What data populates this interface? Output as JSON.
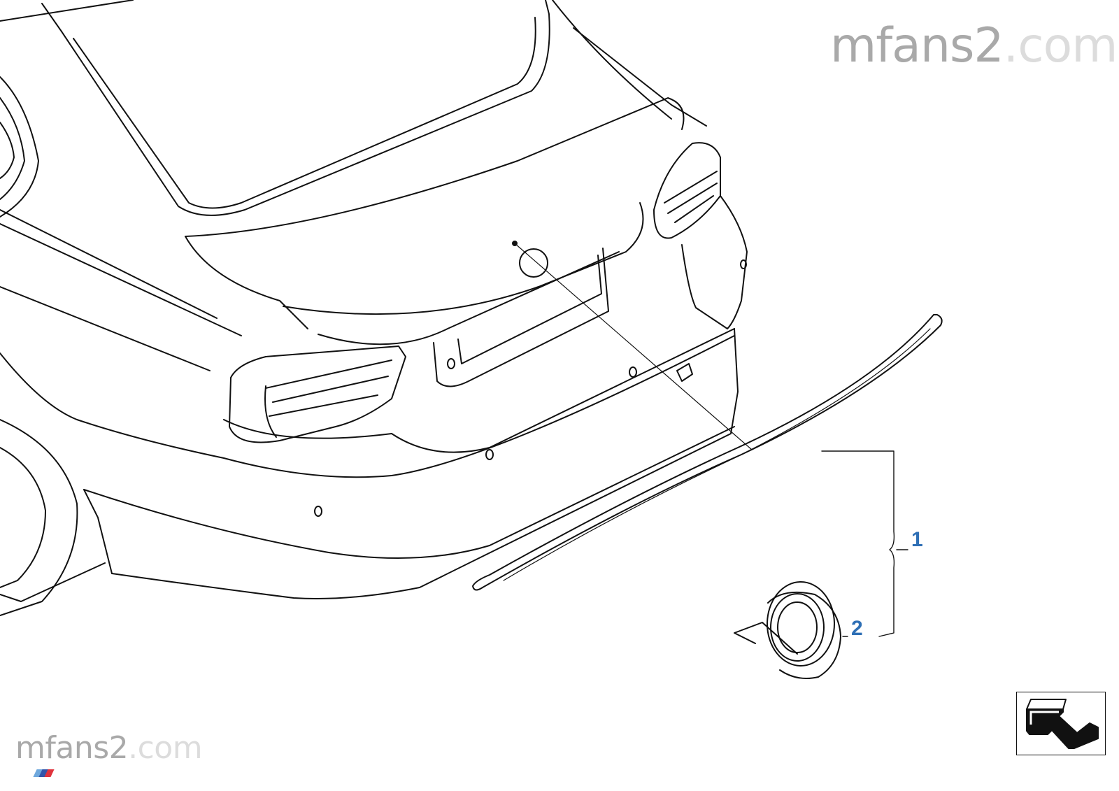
{
  "watermark": {
    "brand": "mfans2",
    "domain": ".com"
  },
  "callouts": [
    {
      "label": "1"
    },
    {
      "label": "2"
    }
  ],
  "colors": {
    "line": "#111111",
    "callout": "#2e6fb5",
    "watermark_dark": "#a9a9a9",
    "watermark_light": "#dcdcdc",
    "m_stripes": [
      "#6fa8dc",
      "#3355aa",
      "#e0333c"
    ]
  },
  "icons": {
    "navigation": "return-arrow-icon",
    "logo": "m-stripes-icon"
  }
}
